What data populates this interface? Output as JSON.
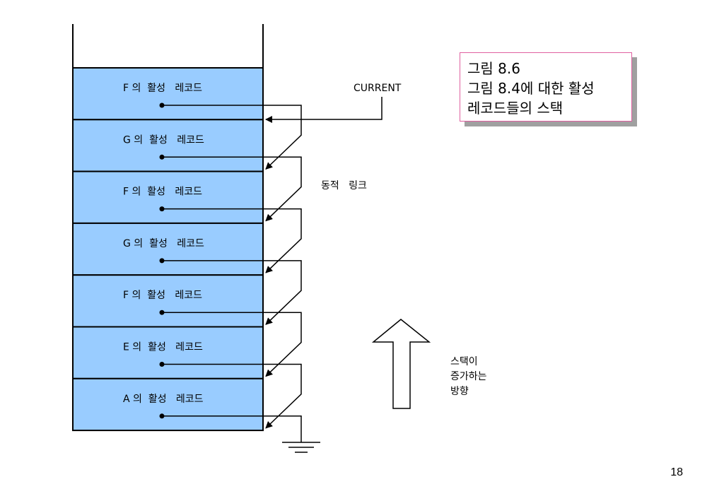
{
  "title": {
    "lines": [
      "그림 8.6",
      "그림 8.4에 대한 활성",
      "레코드들의 스택"
    ]
  },
  "current_label": "CURRENT",
  "dynamic_link_label": "동적   링크",
  "growth_note": {
    "lines": [
      "스택이",
      "증가하는",
      "방향"
    ]
  },
  "records": [
    {
      "label": "F 의  활성   레코드"
    },
    {
      "label": "G 의  활성   레코드"
    },
    {
      "label": "F 의  활성   레코드"
    },
    {
      "label": "G 의  활성   레코드"
    },
    {
      "label": "F 의  활성   레코드"
    },
    {
      "label": "E 의  활성   레코드"
    },
    {
      "label": "A 의  활성   레코드"
    }
  ],
  "page_number": "18",
  "colors": {
    "record_fill": "#99ccff",
    "title_border": "#e060a0",
    "title_shadow": "#a0a0a0"
  }
}
